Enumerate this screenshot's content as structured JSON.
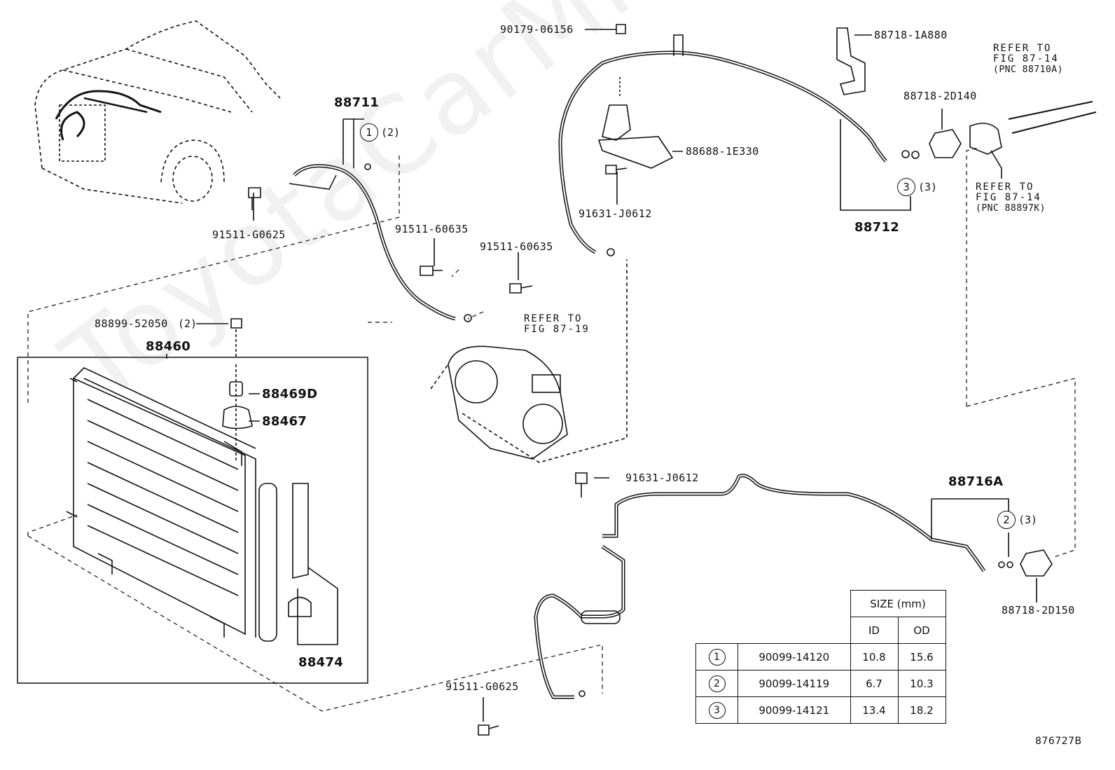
{
  "watermark": "ToyotaCarMine.ru",
  "figure_id": "876727B",
  "parts": {
    "p88711": "88711",
    "p91511_g0625_top": "91511-G0625",
    "p91511_60635_a": "91511-60635",
    "p91511_60635_b": "91511-60635",
    "p88899": "88899-52050",
    "p88460": "88460",
    "p88469d": "88469D",
    "p88467": "88467",
    "p88474": "88474",
    "p90179": "90179-06156",
    "p88688": "88688-1E330",
    "p91631_top": "91631-J0612",
    "p88718_1a880": "88718-1A880",
    "p88718_2d140": "88718-2D140",
    "p88712": "88712",
    "p91631_mid": "91631-J0612",
    "p88716a": "88716A",
    "p88718_2d150": "88718-2D150",
    "p91511_g0625_bot": "91511-G0625"
  },
  "counts": {
    "c88711": "(2)",
    "c88899": "(2)",
    "c88712": "(3)",
    "c88716a": "(3)"
  },
  "circle_refs": {
    "r1": "1",
    "r3": "3",
    "r2": "2"
  },
  "refer_notes": {
    "fig87_19": {
      "line1": "REFER TO",
      "line2": "FIG 87-19"
    },
    "fig87_14a": {
      "line1": "REFER TO",
      "line2": "FIG 87-14",
      "line3": "(PNC 88710A)"
    },
    "fig87_14b": {
      "line1": "REFER TO",
      "line2": "FIG 87-14",
      "line3": "(PNC 88897K)"
    }
  },
  "size_table": {
    "header": "SIZE (mm)",
    "col_id": "ID",
    "col_od": "OD",
    "rows": [
      {
        "ref": "1",
        "part": "90099-14120",
        "id": "10.8",
        "od": "15.6"
      },
      {
        "ref": "2",
        "part": "90099-14119",
        "id": "6.7",
        "od": "10.3"
      },
      {
        "ref": "3",
        "part": "90099-14121",
        "id": "13.4",
        "od": "18.2"
      }
    ]
  }
}
